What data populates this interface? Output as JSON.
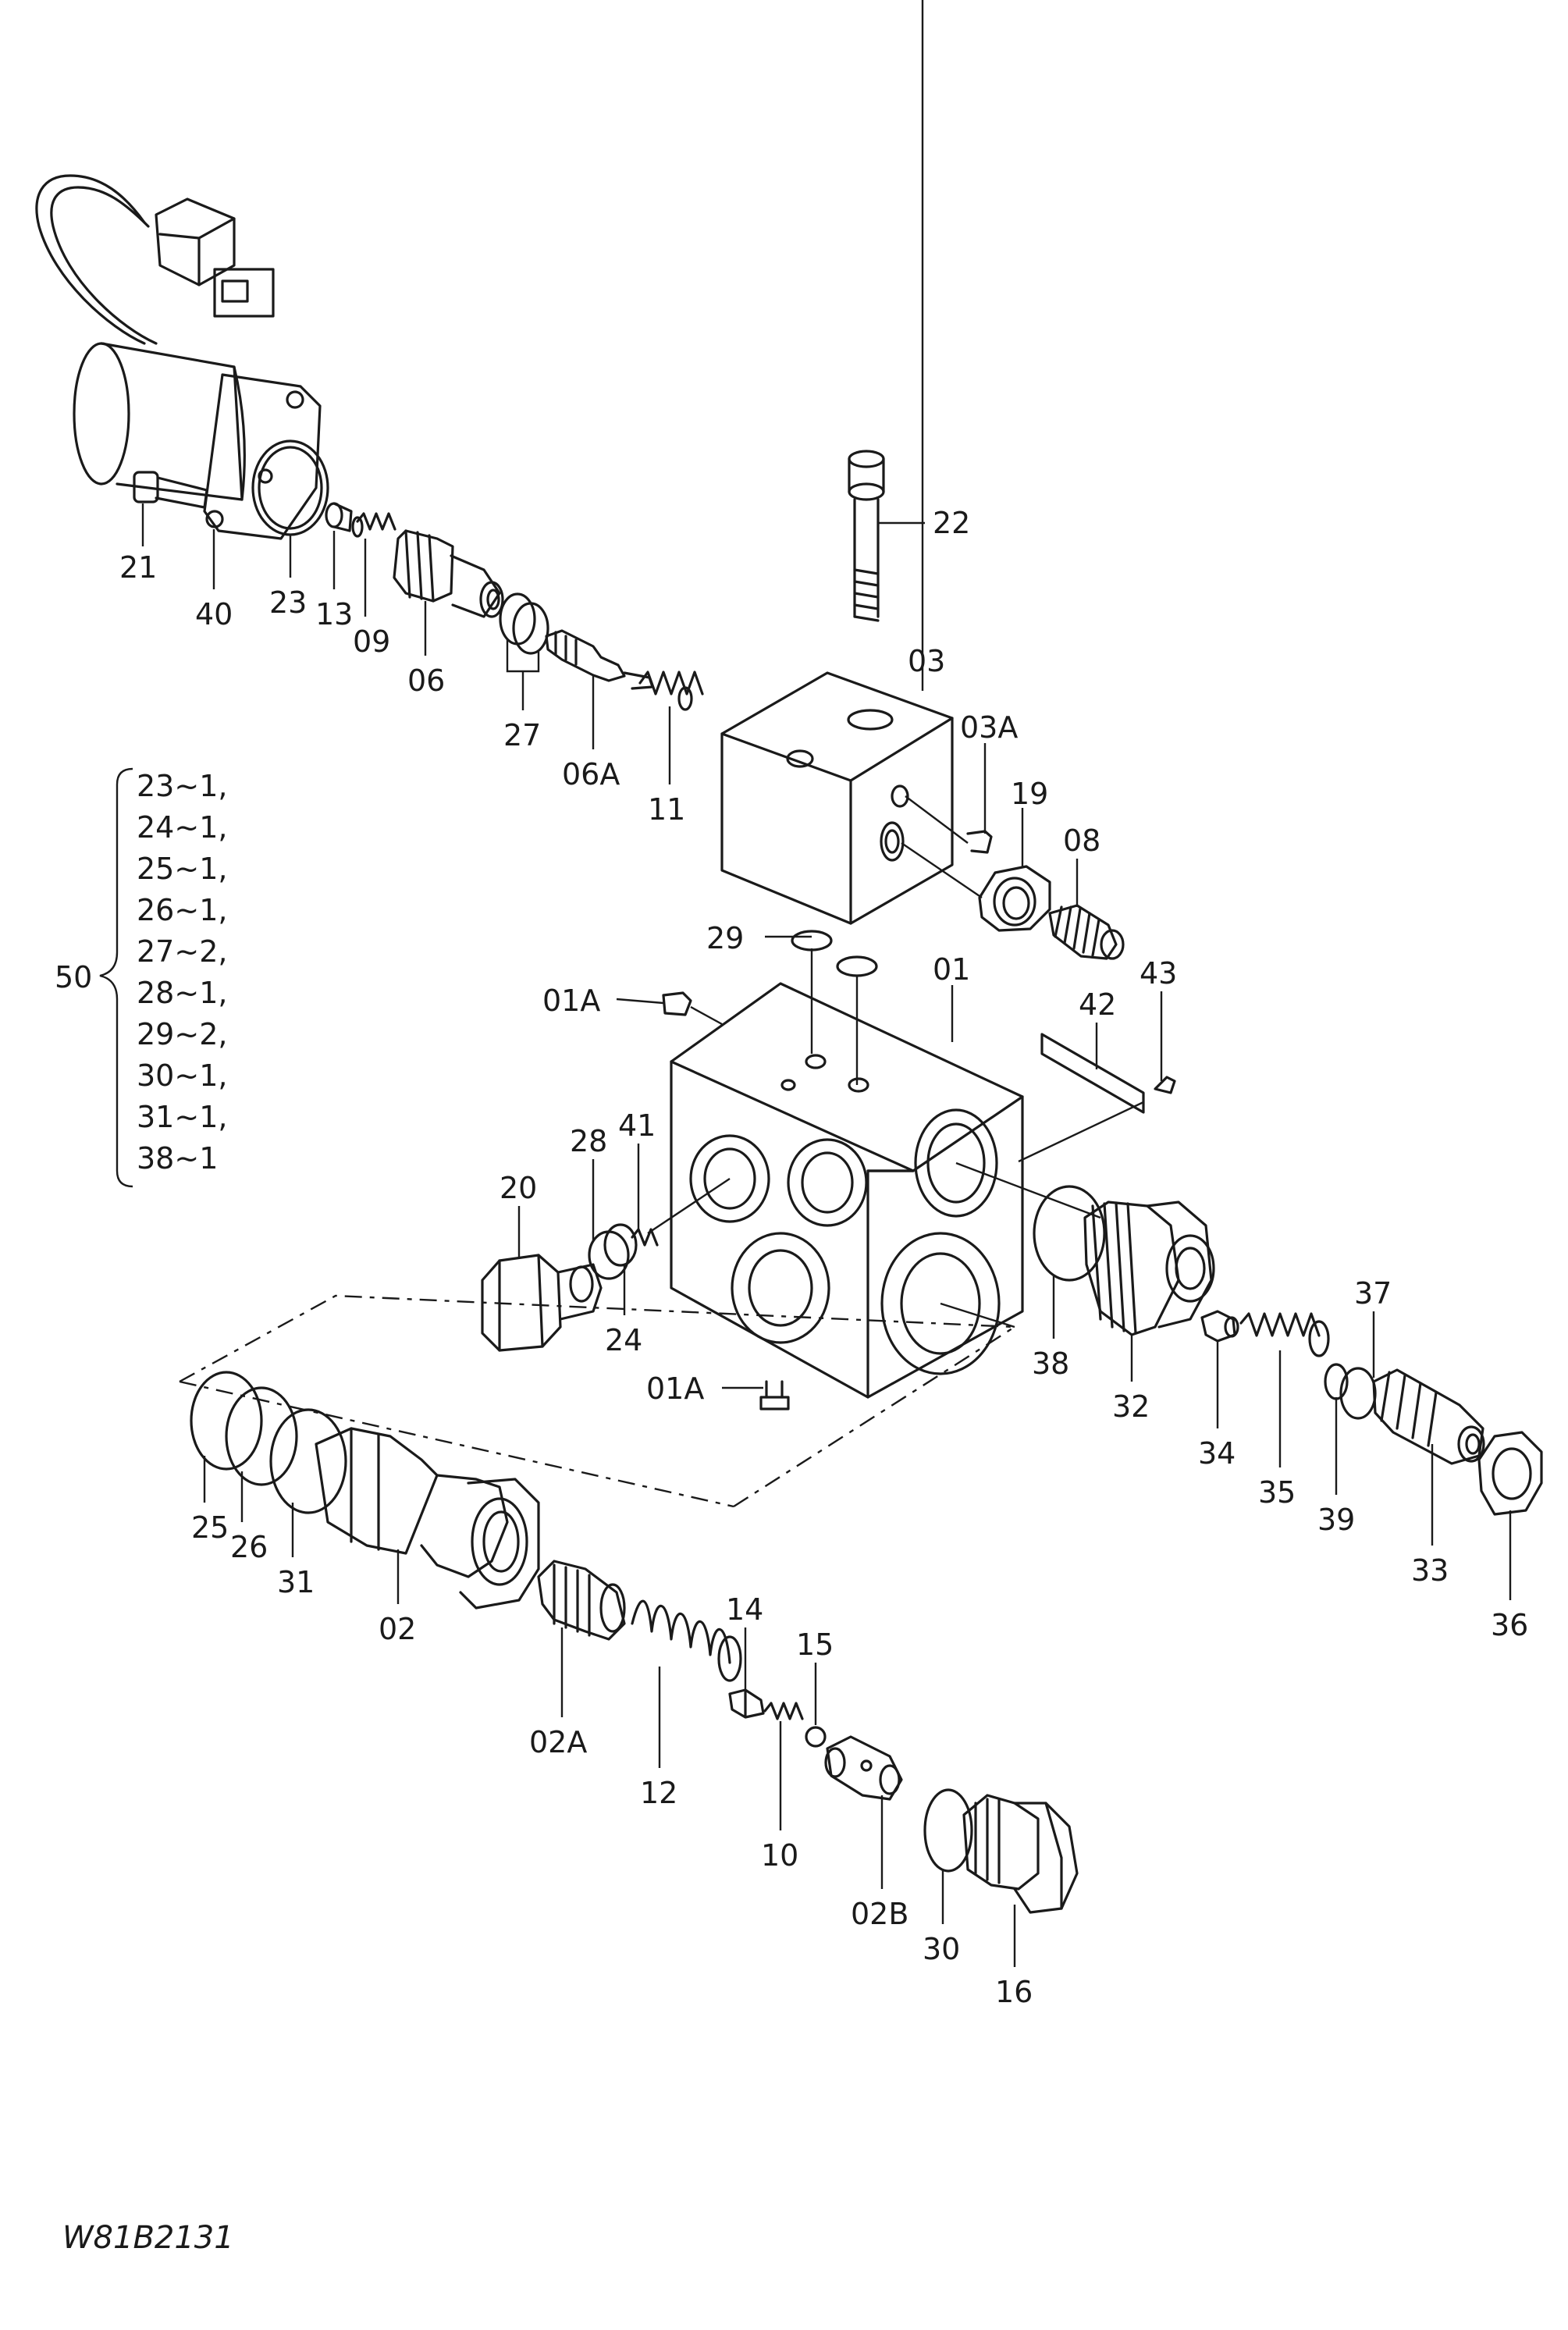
{
  "drawing_code": "W81B2131",
  "labels": {
    "p01": "01",
    "p01A_top": "01A",
    "p01A_bottom": "01A",
    "p02": "02",
    "p02A": "02A",
    "p02B": "02B",
    "p03": "03",
    "p03A": "03A",
    "p06": "06",
    "p06A": "06A",
    "p08": "08",
    "p09": "09",
    "p10": "10",
    "p11": "11",
    "p12": "12",
    "p13": "13",
    "p14": "14",
    "p15": "15",
    "p16": "16",
    "p19": "19",
    "p20": "20",
    "p21": "21",
    "p22": "22",
    "p23": "23",
    "p24": "24",
    "p25": "25",
    "p26": "26",
    "p27": "27",
    "p28": "28",
    "p29": "29",
    "p30": "30",
    "p31": "31",
    "p32": "32",
    "p33": "33",
    "p34": "34",
    "p35": "35",
    "p36": "36",
    "p37": "37",
    "p38": "38",
    "p39": "39",
    "p40": "40",
    "p41": "41",
    "p42": "42",
    "p43": "43"
  },
  "kit": {
    "number": "50",
    "items": [
      "23~1,",
      "24~1,",
      "25~1,",
      "26~1,",
      "27~2,",
      "28~1,",
      "29~2,",
      "30~1,",
      "31~1,",
      "38~1"
    ]
  }
}
